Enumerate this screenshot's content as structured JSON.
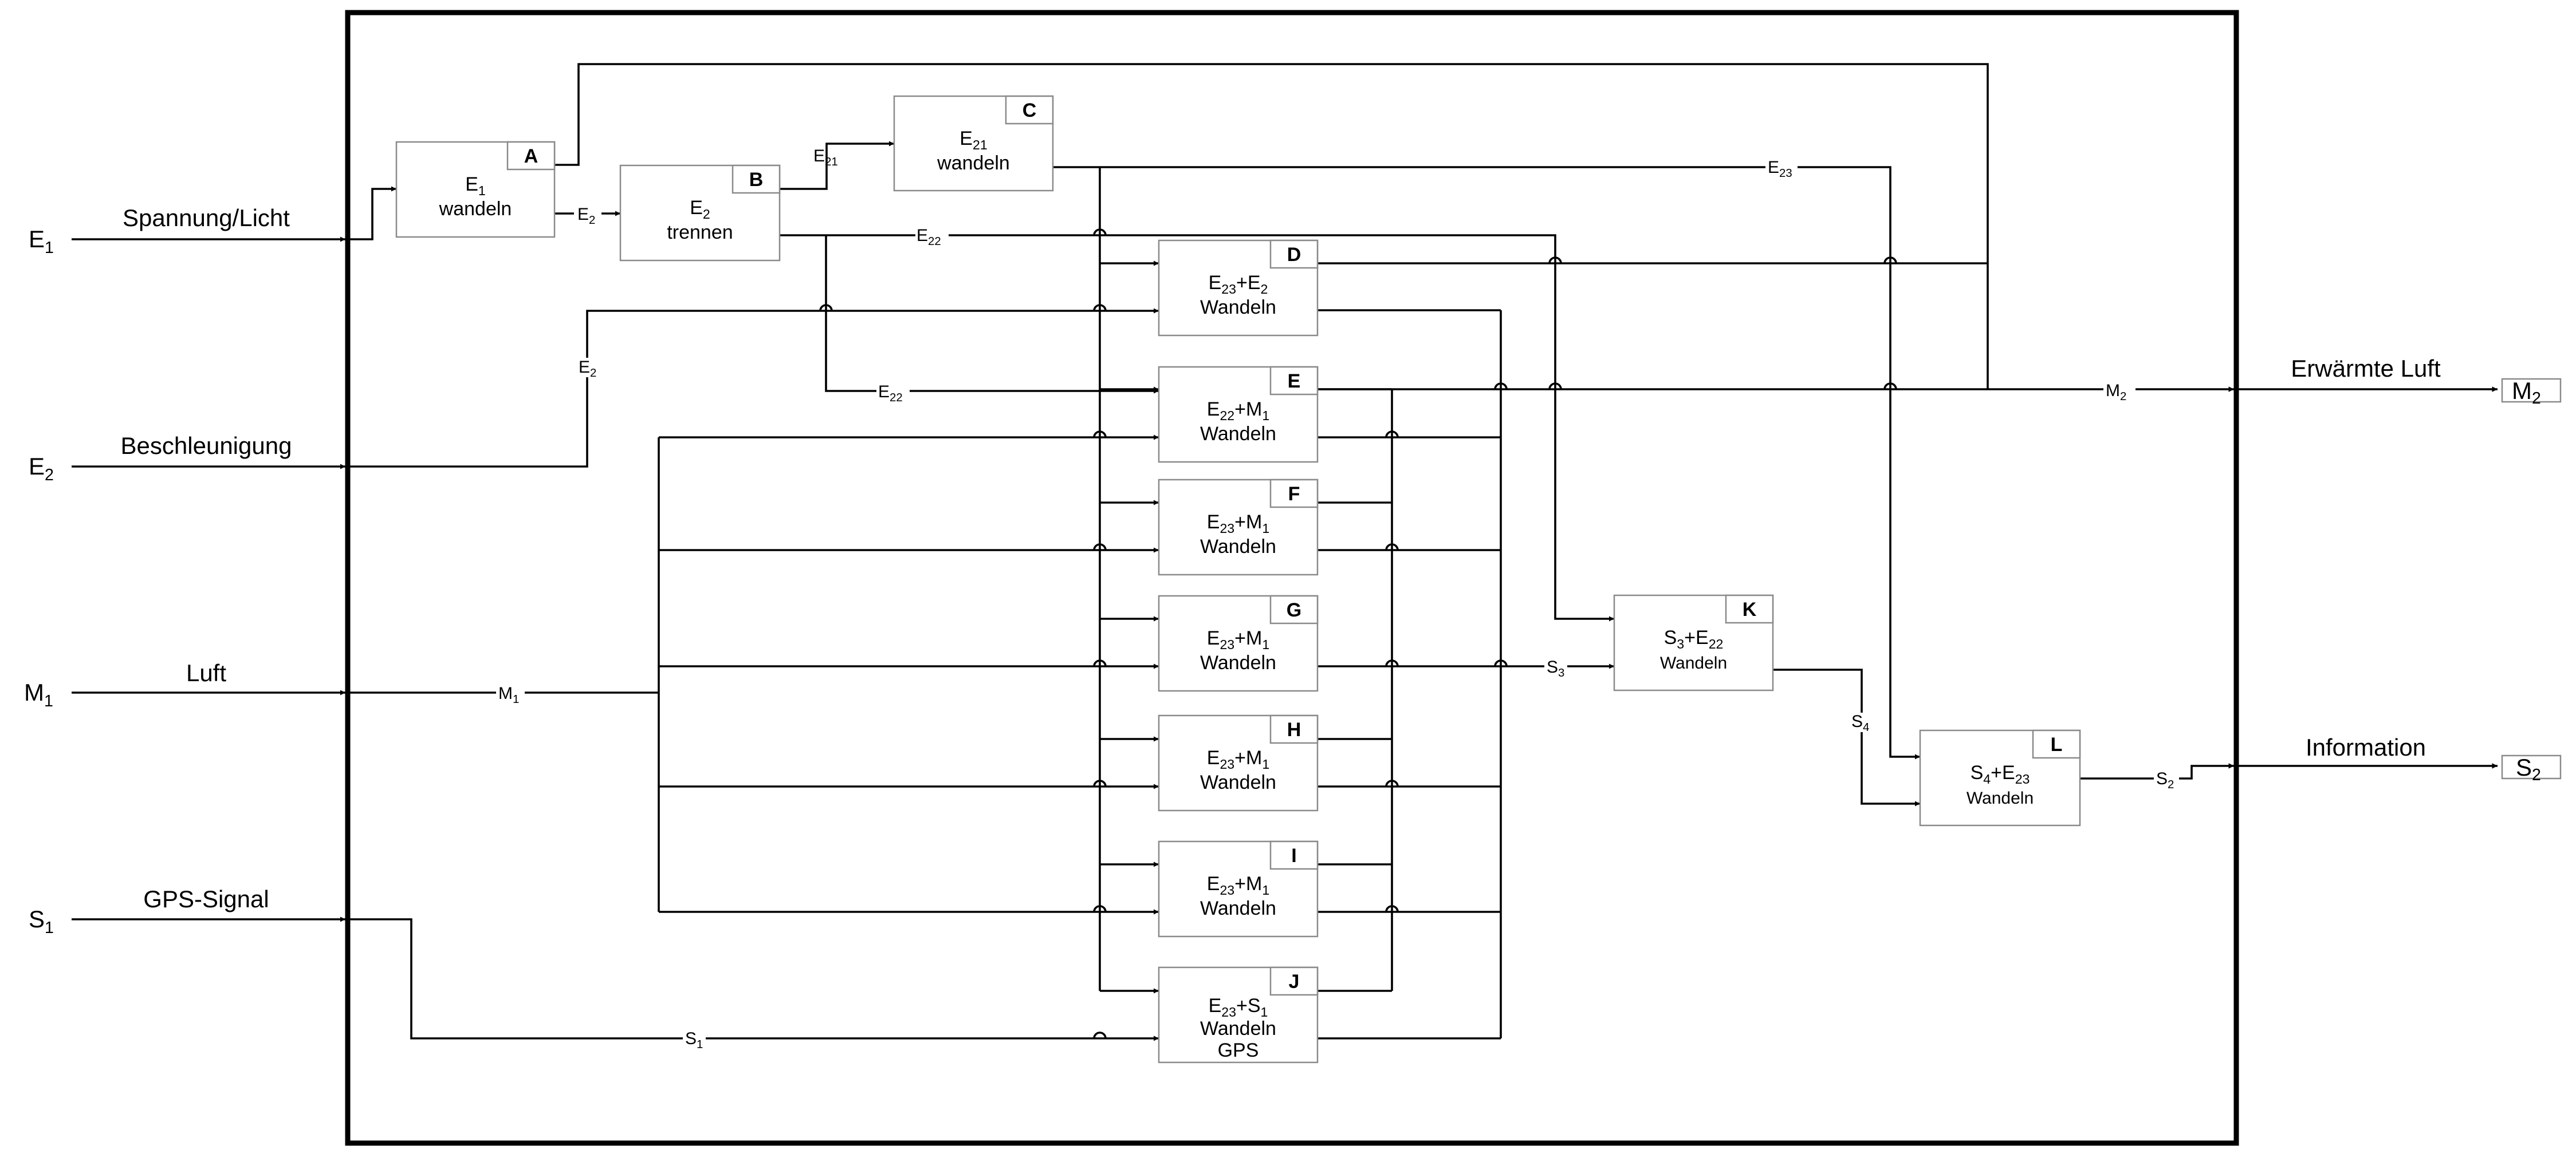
{
  "inputs": [
    {
      "id": "e1",
      "signal": "E",
      "signal_sub": "1",
      "label": "Spannung/Licht"
    },
    {
      "id": "e2",
      "signal": "E",
      "signal_sub": "2",
      "label": "Beschleunigung"
    },
    {
      "id": "m1",
      "signal": "M",
      "signal_sub": "1",
      "label": "Luft"
    },
    {
      "id": "s1",
      "signal": "S",
      "signal_sub": "1",
      "label": "GPS-Signal"
    }
  ],
  "outputs": [
    {
      "id": "m2",
      "signal": "M",
      "signal_sub": "2",
      "label": "Erwärmte Luft"
    },
    {
      "id": "s2",
      "signal": "S",
      "signal_sub": "2",
      "label": "Information"
    }
  ],
  "blocks": [
    {
      "id": "A",
      "tag": "A",
      "line1": "E",
      "line1_sub": "1",
      "line1_rest": "",
      "line2": "wandeln"
    },
    {
      "id": "B",
      "tag": "B",
      "line1": "E",
      "line1_sub": "2",
      "line1_rest": "",
      "line2": "trennen"
    },
    {
      "id": "C",
      "tag": "C",
      "line1": "E",
      "line1_sub": "21",
      "line1_rest": "",
      "line2": "wandeln"
    },
    {
      "id": "D",
      "tag": "D",
      "line1": "E",
      "line1_sub": "23",
      "line1_rest": "+E",
      "line1_rest_sub": "2",
      "line2": "Wandeln"
    },
    {
      "id": "E",
      "tag": "E",
      "line1": "E",
      "line1_sub": "22",
      "line1_rest": "+M",
      "line1_rest_sub": "1",
      "line2": "Wandeln"
    },
    {
      "id": "F",
      "tag": "F",
      "line1": "E",
      "line1_sub": "23",
      "line1_rest": "+M",
      "line1_rest_sub": "1",
      "line2": "Wandeln"
    },
    {
      "id": "G",
      "tag": "G",
      "line1": "E",
      "line1_sub": "23",
      "line1_rest": "+M",
      "line1_rest_sub": "1",
      "line2": "Wandeln"
    },
    {
      "id": "H",
      "tag": "H",
      "line1": "E",
      "line1_sub": "23",
      "line1_rest": "+M",
      "line1_rest_sub": "1",
      "line2": "Wandeln"
    },
    {
      "id": "I",
      "tag": "I",
      "line1": "E",
      "line1_sub": "23",
      "line1_rest": "+M",
      "line1_rest_sub": "1",
      "line2": "Wandeln"
    },
    {
      "id": "J",
      "tag": "J",
      "line1": "E",
      "line1_sub": "23",
      "line1_rest": "+S",
      "line1_rest_sub": "1",
      "line2": "Wandeln",
      "line3": "GPS"
    },
    {
      "id": "K",
      "tag": "K",
      "line1": "S",
      "line1_sub": "3",
      "line1_rest": "+E",
      "line1_rest_sub": "22",
      "line2": "Wandeln"
    },
    {
      "id": "L",
      "tag": "L",
      "line1": "S",
      "line1_sub": "4",
      "line1_rest": "+E",
      "line1_rest_sub": "23",
      "line2": "Wandeln"
    }
  ],
  "flow_labels": [
    {
      "id": "e2_ab",
      "text": "E",
      "sub": "2"
    },
    {
      "id": "e21_bc",
      "text": "E",
      "sub": "21"
    },
    {
      "id": "e23_top",
      "text": "E",
      "sub": "23"
    },
    {
      "id": "e22_top",
      "text": "E",
      "sub": "22"
    },
    {
      "id": "e2_vert",
      "text": "E",
      "sub": "2"
    },
    {
      "id": "e22_low",
      "text": "E",
      "sub": "22"
    },
    {
      "id": "m2_out",
      "text": "M",
      "sub": "2"
    },
    {
      "id": "m1_in",
      "text": "M",
      "sub": "1"
    },
    {
      "id": "s3_gk",
      "text": "S",
      "sub": "3"
    },
    {
      "id": "s4_kl",
      "text": "S",
      "sub": "4"
    },
    {
      "id": "s2_out",
      "text": "S",
      "sub": "2"
    },
    {
      "id": "s1_in",
      "text": "S",
      "sub": "1"
    }
  ]
}
